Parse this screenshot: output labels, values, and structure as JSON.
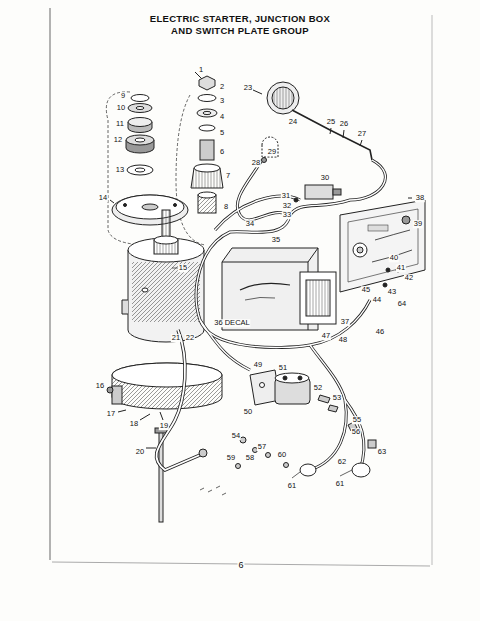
{
  "diagram": {
    "title": "ELECTRIC STARTER, JUNCTION BOX AND SWITCH PLATE GROUP",
    "labels": [
      "1",
      "2",
      "3",
      "4",
      "5",
      "6",
      "7",
      "8",
      "9",
      "10",
      "11",
      "12",
      "13",
      "14",
      "15",
      "16",
      "17",
      "18",
      "19",
      "20",
      "21",
      "22",
      "23",
      "24",
      "25",
      "26",
      "27",
      "28",
      "29",
      "30",
      "31",
      "32",
      "33",
      "34",
      "35",
      "36 DECAL",
      "37",
      "38",
      "39",
      "40",
      "41",
      "42",
      "43",
      "44",
      "45",
      "46",
      "47",
      "48",
      "49",
      "50",
      "51",
      "52",
      "53",
      "54",
      "55",
      "56",
      "57",
      "58",
      "59",
      "60",
      "61",
      "61",
      "62",
      "63",
      "64",
      "6"
    ]
  }
}
